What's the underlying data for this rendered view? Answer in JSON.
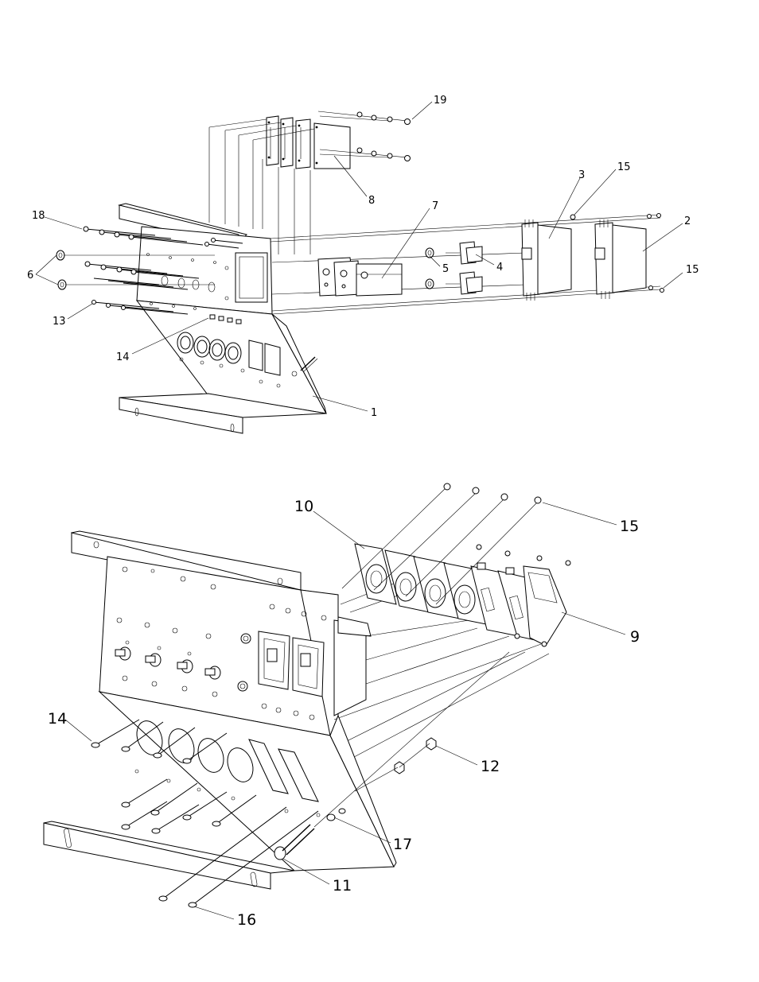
{
  "top_view": {
    "callouts": {
      "c19": "19",
      "c8": "8",
      "c3": "3",
      "c15a": "15",
      "c2": "2",
      "c15b": "15",
      "c18": "18",
      "c7": "7",
      "c5": "5",
      "c4": "4",
      "c6": "6",
      "c13": "13",
      "c14": "14",
      "c1": "1"
    }
  },
  "bottom_view": {
    "callouts": {
      "c10": "10",
      "c15": "15",
      "c9": "9",
      "c14": "14",
      "c12": "12",
      "c17": "17",
      "c11": "11",
      "c16": "16"
    }
  }
}
